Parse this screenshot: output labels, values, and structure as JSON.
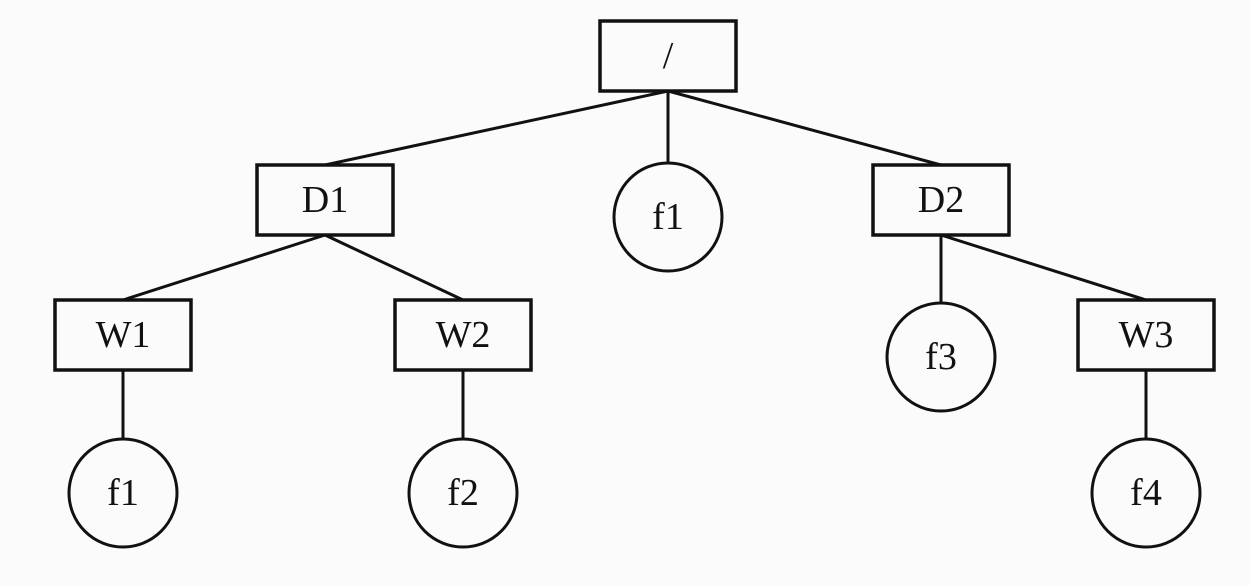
{
  "diagram": {
    "title": "",
    "nodes": [
      {
        "id": "root",
        "label": "/",
        "shape": "box"
      },
      {
        "id": "D1",
        "label": "D1",
        "shape": "box"
      },
      {
        "id": "f1a",
        "label": "f1",
        "shape": "circle"
      },
      {
        "id": "D2",
        "label": "D2",
        "shape": "box"
      },
      {
        "id": "W1",
        "label": "W1",
        "shape": "box"
      },
      {
        "id": "W2",
        "label": "W2",
        "shape": "box"
      },
      {
        "id": "f3",
        "label": "f3",
        "shape": "circle"
      },
      {
        "id": "W3",
        "label": "W3",
        "shape": "box"
      },
      {
        "id": "f1b",
        "label": "f1",
        "shape": "circle"
      },
      {
        "id": "f2",
        "label": "f2",
        "shape": "circle"
      },
      {
        "id": "f4",
        "label": "f4",
        "shape": "circle"
      }
    ],
    "edges": [
      [
        "root",
        "D1"
      ],
      [
        "root",
        "f1a"
      ],
      [
        "root",
        "D2"
      ],
      [
        "D1",
        "W1"
      ],
      [
        "D1",
        "W2"
      ],
      [
        "D2",
        "f3"
      ],
      [
        "D2",
        "W3"
      ],
      [
        "W1",
        "f1b"
      ],
      [
        "W2",
        "f2"
      ],
      [
        "W3",
        "f4"
      ]
    ]
  }
}
